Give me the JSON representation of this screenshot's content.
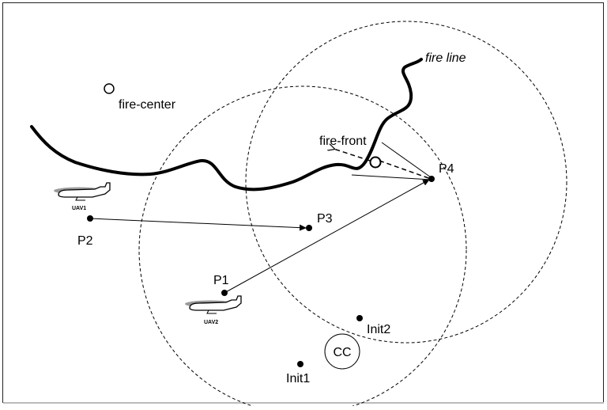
{
  "labels": {
    "fire_line": "fire line",
    "fire_center": "fire-center",
    "fire_front": "fire-front",
    "p1": "P1",
    "p2": "P2",
    "p3": "P3",
    "p4": "P4",
    "init1": "Init1",
    "init2": "Init2",
    "cc": "CC",
    "uav1": "UAV1",
    "uav2": "UAV2"
  },
  "icons": {
    "uav": "aircraft-icon",
    "fire_center": "circle-marker-icon"
  }
}
